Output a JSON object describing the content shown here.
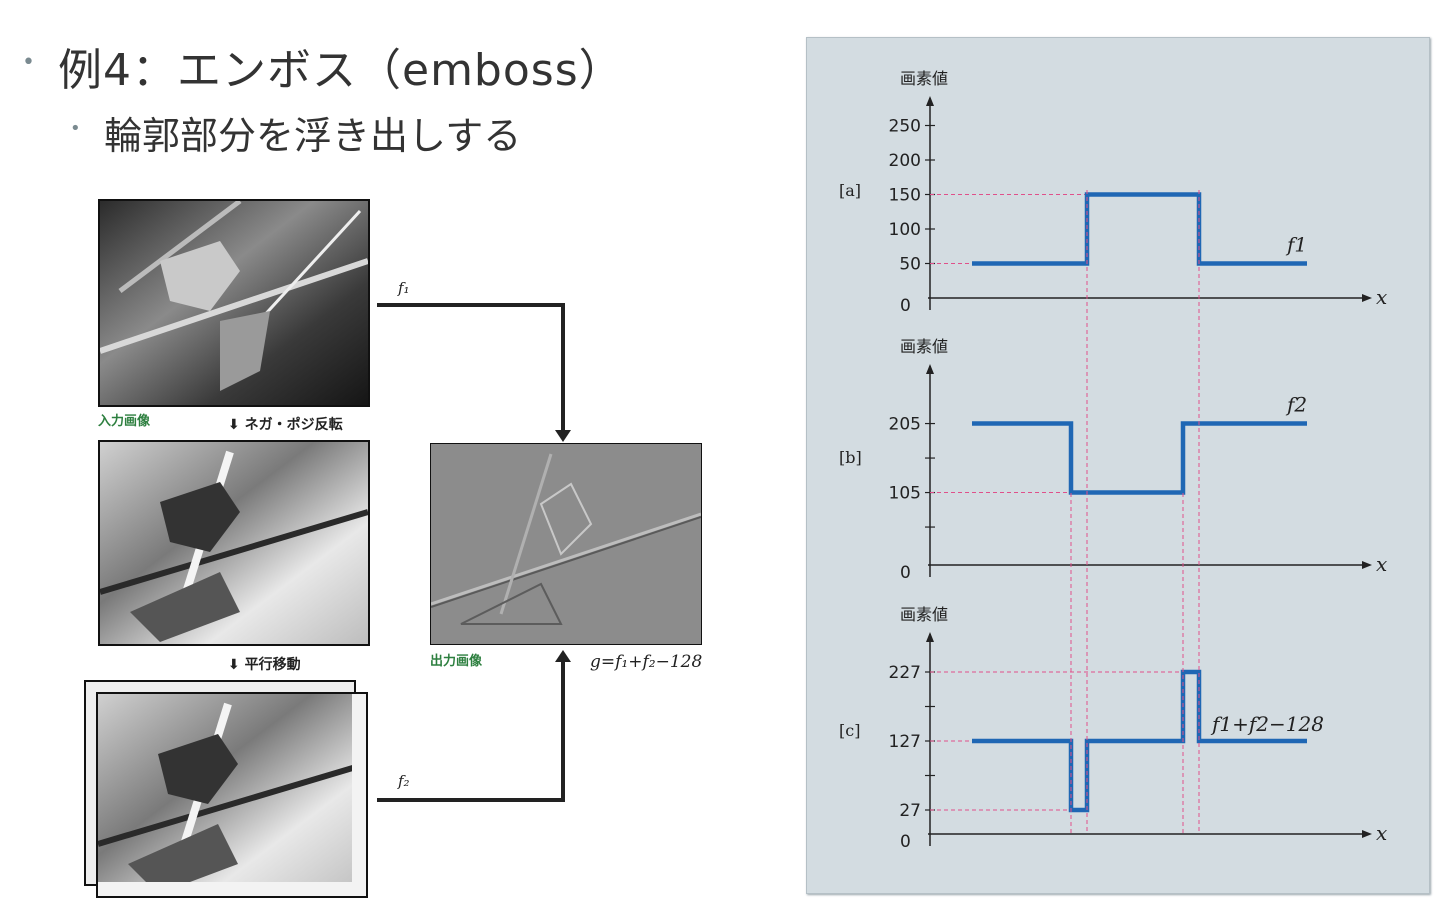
{
  "slide": {
    "bullet1": "例4：エンボス（emboss）",
    "bullet2": "輪郭部分を浮き出しする"
  },
  "flow": {
    "input_caption": "入力画像",
    "output_caption": "出力画像",
    "step_invert": "ネガ・ポジ反転",
    "step_shift": "平行移動",
    "f1_label": "f₁",
    "f2_label": "f₂",
    "formula": "g=f₁+f₂−128"
  },
  "graph": {
    "ylabel": "画素値",
    "xlabel": "x",
    "origin": "0",
    "colors": {
      "signal": "#1f67b4",
      "guide": "#e0508a",
      "axis": "#222222",
      "panel": "#d3dce1"
    }
  },
  "chart_data": [
    {
      "type": "line",
      "tag": "[a]",
      "series_label": "f1",
      "yticks_labeled": [
        50,
        100,
        150,
        200,
        250
      ],
      "x": [
        0,
        1,
        1,
        2,
        2,
        3
      ],
      "y": [
        50,
        50,
        150,
        150,
        50,
        50
      ],
      "guides": [
        50,
        150
      ]
    },
    {
      "type": "line",
      "tag": "[b]",
      "series_label": "f2",
      "yticks_labeled": [
        105,
        205
      ],
      "x": [
        0,
        1,
        1,
        2,
        2,
        3
      ],
      "y": [
        205,
        205,
        105,
        105,
        205,
        205
      ],
      "guides": [
        105
      ]
    },
    {
      "type": "line",
      "tag": "[c]",
      "series_label": "f1+f2−128",
      "yticks_labeled": [
        27,
        127,
        227
      ],
      "x": [
        0,
        1,
        1,
        1.1,
        1.1,
        2,
        2,
        2.1,
        2.1,
        3
      ],
      "y": [
        127,
        127,
        27,
        27,
        127,
        127,
        227,
        227,
        127,
        127
      ],
      "guides": [
        27,
        127,
        227
      ]
    }
  ]
}
